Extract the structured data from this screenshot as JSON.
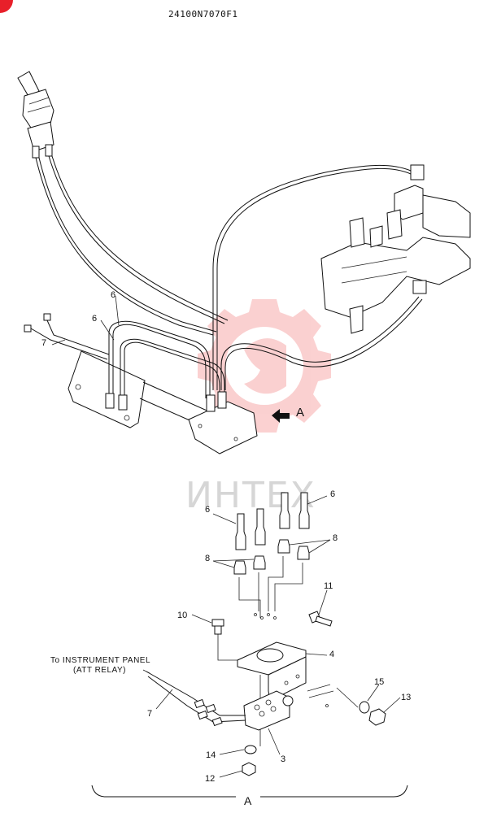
{
  "header": {
    "drawing_code": "24100N7070F1"
  },
  "watermark": {
    "brand": "ИНТЕХ",
    "color": "#f05a5a"
  },
  "corner_marker_color": "#e8202a",
  "view_label": "A",
  "callouts": {
    "hose_top_a": "6",
    "hose_top_b": "6",
    "harness_top": "7",
    "view_arrow": "A",
    "hose_left": "6",
    "hose_right": "6",
    "fitting_left": "8",
    "fitting_right": "8",
    "bolt_right": "11",
    "bolt_left": "10",
    "bracket": "4",
    "washer_right": "15",
    "nut_right": "13",
    "harness_bottom": "7",
    "valve": "3",
    "washer_bottom": "14",
    "nut_bottom": "12"
  },
  "note": {
    "line1": "To INSTRUMENT PANEL",
    "line2": "(ATT RELAY)"
  },
  "icons": {
    "arrow": "filled-arrow-icon",
    "watermark": "gear-logo-icon"
  }
}
